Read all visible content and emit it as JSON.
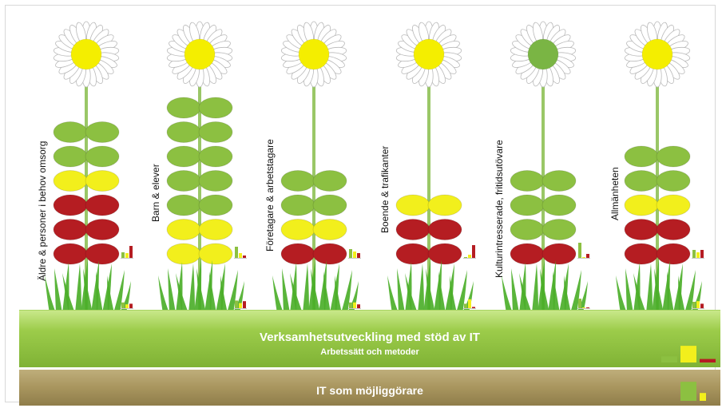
{
  "colors": {
    "leaf_green": "#8cc041",
    "leaf_yellow": "#f2ef1c",
    "leaf_red": "#b51d22",
    "petal": "#ffffff",
    "center_yellow": "#f4ee00",
    "center_green": "#7ab544",
    "stem": "#9ac767",
    "grass": "#4caf2a",
    "band_green": "#8dc13f",
    "band_brown": "#a8955e"
  },
  "icons": {
    "flower": "daisy-icon",
    "grass": "grass-icon",
    "bar": "mini-bar-chart-icon"
  },
  "flowers": [
    {
      "label": "Äldre & personer i behov omsorg",
      "center": "yellow",
      "leaves": [
        "green",
        "green",
        "yellow",
        "red",
        "red",
        "red"
      ],
      "chart1": [
        0.35,
        0.3,
        0.75
      ],
      "chart2": [
        0.45,
        0.3,
        0.35
      ]
    },
    {
      "label": "Barn & elever",
      "center": "yellow",
      "leaves": [
        "green",
        "green",
        "green",
        "green",
        "green",
        "yellow",
        "yellow"
      ],
      "chart1": [
        0.7,
        0.3,
        0.15
      ],
      "chart2": [
        0.6,
        0.4,
        0.55
      ]
    },
    {
      "label": "Företagare & arbetstagare",
      "center": "yellow",
      "leaves": [
        "green",
        "green",
        "yellow",
        "red"
      ],
      "chart1": [
        0.55,
        0.4,
        0.3
      ],
      "chart2": [
        0.45,
        0.45,
        0.3
      ]
    },
    {
      "label": "Boende & trafikanter",
      "center": "yellow",
      "leaves": [
        "yellow",
        "red",
        "red"
      ],
      "chart1": [
        0.05,
        0.2,
        0.8
      ],
      "chart2": [
        0.35,
        0.7,
        0.1
      ]
    },
    {
      "label": "Kulturintresserade, fritidsutövare",
      "center": "green",
      "leaves": [
        "green",
        "green",
        "green",
        "red"
      ],
      "chart1": [
        0.95,
        0.05,
        0.25
      ],
      "chart2": [
        0.75,
        0.05,
        0.05
      ]
    },
    {
      "label": "Allmänheten",
      "center": "yellow",
      "leaves": [
        "green",
        "green",
        "yellow",
        "red",
        "red"
      ],
      "chart1": [
        0.5,
        0.35,
        0.5
      ],
      "chart2": [
        0.5,
        0.55,
        0.35
      ]
    }
  ],
  "band_green": {
    "title": "Verksamhetsutveckling med stöd av IT",
    "subtitle": "Arbetssätt och metoder",
    "chart": [
      0.35,
      0.95,
      0.2
    ]
  },
  "band_brown": {
    "title": "IT som möjliggörare",
    "chart": [
      0.85,
      0.35,
      0.0
    ]
  }
}
